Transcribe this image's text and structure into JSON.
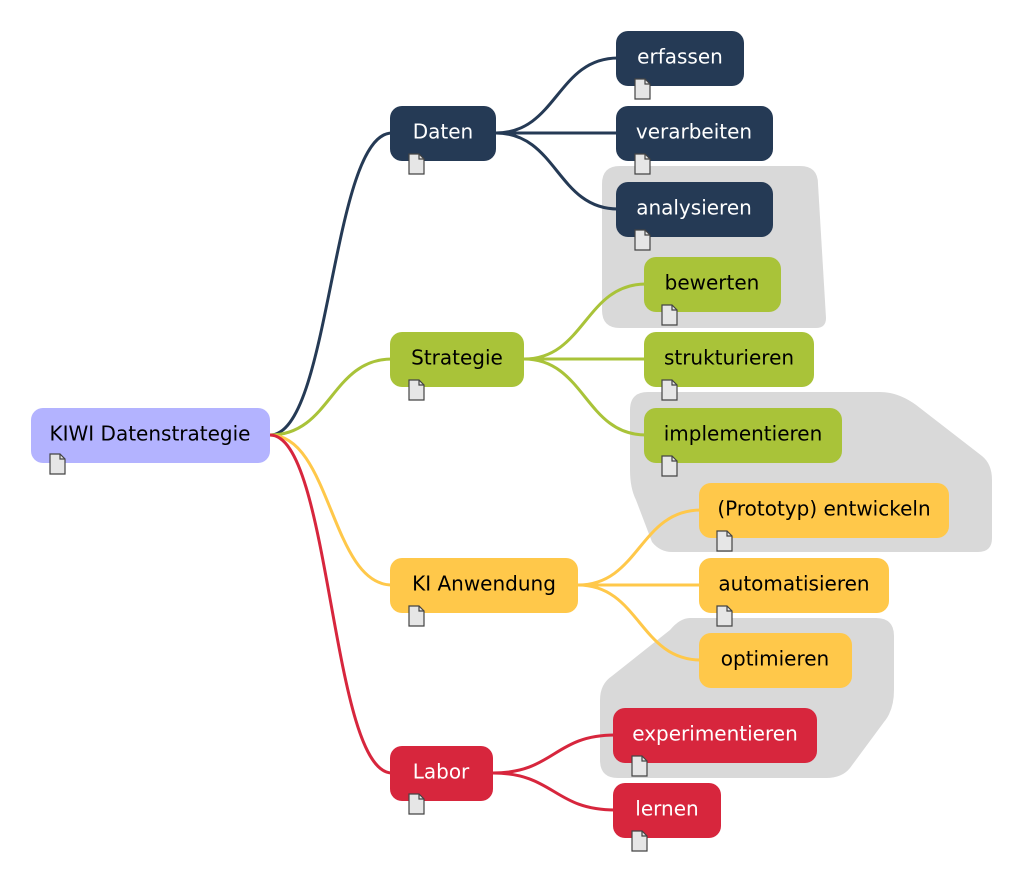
{
  "colors": {
    "root_fill": "#b3b3ff",
    "daten": "#253a55",
    "strategie": "#a9c339",
    "ki": "#ffc84a",
    "labor": "#d7263d",
    "highlight": "#d9d9d9"
  },
  "root": {
    "label": "KIWI Datenstrategie",
    "icon": "note-icon"
  },
  "branches": [
    {
      "key": "daten",
      "label": "Daten",
      "icon": "note-icon",
      "children": [
        {
          "label": "erfassen",
          "icon": "note-icon"
        },
        {
          "label": "verarbeiten",
          "icon": "note-icon"
        },
        {
          "label": "analysieren",
          "icon": "note-icon"
        }
      ]
    },
    {
      "key": "strategie",
      "label": "Strategie",
      "icon": "note-icon",
      "children": [
        {
          "label": "bewerten",
          "icon": "note-icon"
        },
        {
          "label": "strukturieren",
          "icon": "note-icon"
        },
        {
          "label": "implementieren",
          "icon": "note-icon"
        }
      ]
    },
    {
      "key": "ki",
      "label": "KI Anwendung",
      "icon": "note-icon",
      "children": [
        {
          "label": "(Prototyp) entwickeln",
          "icon": "note-icon"
        },
        {
          "label": "automatisieren",
          "icon": "note-icon"
        },
        {
          "label": "optimieren",
          "icon": "note-icon"
        }
      ]
    },
    {
      "key": "labor",
      "label": "Labor",
      "icon": "note-icon",
      "children": [
        {
          "label": "experimentieren",
          "icon": "note-icon"
        },
        {
          "label": "lernen",
          "icon": "note-icon"
        }
      ]
    }
  ]
}
